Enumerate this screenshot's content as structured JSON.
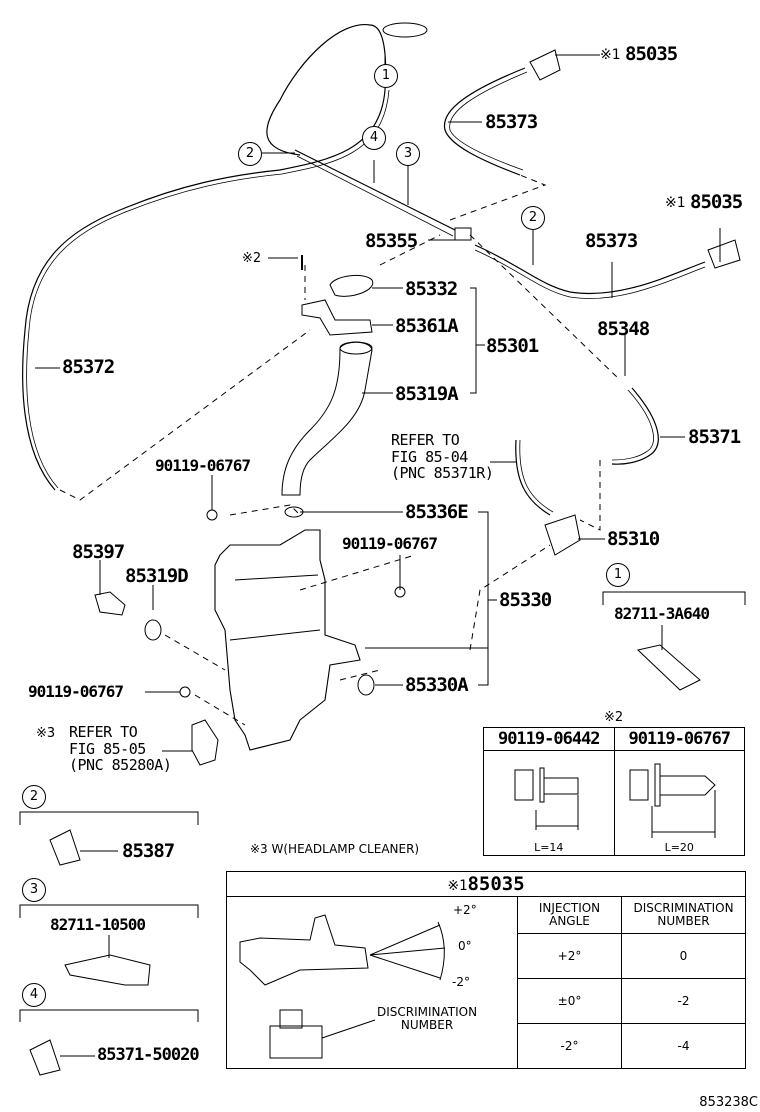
{
  "figure_code": "853238C",
  "part_labels": {
    "p85035_top": "85035",
    "p85035_right": "85035",
    "p85373_top": "85373",
    "p85373_right": "85373",
    "p85355": "85355",
    "p85332": "85332",
    "p85361A": "85361A",
    "p85301": "85301",
    "p85319A": "85319A",
    "p85372": "85372",
    "p85348": "85348",
    "p85371": "85371",
    "p85336E": "85336E",
    "p85310": "85310",
    "p85330": "85330",
    "p85330A": "85330A",
    "p85397": "85397",
    "p85319D": "85319D",
    "bolt_a": "90119-06767",
    "bolt_b": "90119-06767",
    "bolt_c": "90119-06767"
  },
  "notes": {
    "mark1": "※1",
    "mark2": "※2",
    "mark3": "※3",
    "refer_85_04": "REFER TO\nFIG 85-04\n(PNC 85371R)",
    "refer_85_05": "REFER TO\nFIG 85-05\n(PNC 85280A)",
    "headlamp_note": "※3 W(HEADLAMP CLEANER)"
  },
  "callouts": [
    "1",
    "2",
    "3",
    "4"
  ],
  "clip_details": [
    {
      "callout": "1",
      "part": "82711-3A640"
    },
    {
      "callout": "2",
      "part": "85387"
    },
    {
      "callout": "3",
      "part": "82711-10500"
    },
    {
      "callout": "4",
      "part": "85371-50020"
    }
  ],
  "bolt_table": {
    "mark": "※2",
    "columns": [
      {
        "part": "90119-06442",
        "length": "L=14"
      },
      {
        "part": "90119-06767",
        "length": "L=20"
      }
    ]
  },
  "nozzle_table": {
    "title_mark": "※1",
    "title": "85035",
    "col_headers": [
      "INJECTION\nANGLE",
      "DISCRIMINATION\nNUMBER"
    ],
    "rows": [
      {
        "angle": "+2°",
        "number": "0"
      },
      {
        "angle": "±0°",
        "number": "-2"
      },
      {
        "angle": "-2°",
        "number": "-4"
      }
    ],
    "angle_marks": [
      "+2°",
      "0°",
      "-2°"
    ],
    "discrimination_label": "DISCRIMINATION\nNUMBER"
  }
}
